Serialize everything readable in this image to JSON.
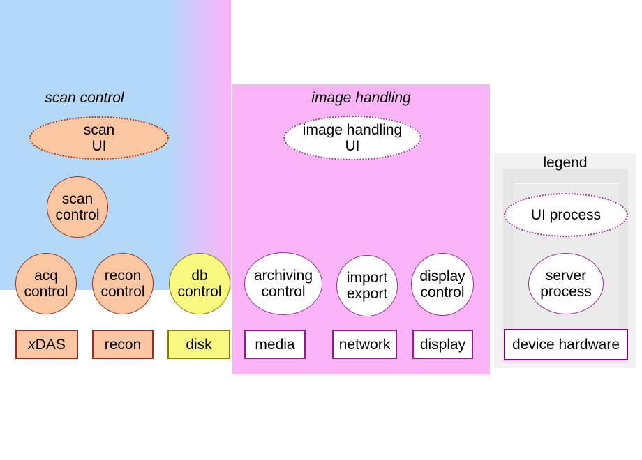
{
  "scan_panel": {
    "title": "scan control",
    "scan_ui": "scan\nUI",
    "scan_control": "scan\ncontrol",
    "acq_control": "acq\ncontrol",
    "recon_control": "recon\ncontrol",
    "xdas": "xDAS",
    "recon": "recon"
  },
  "shared": {
    "db_control": "db\ncontrol",
    "disk": "disk"
  },
  "image_panel": {
    "title": "image handling",
    "image_handling_ui": "image handling\nUI",
    "archiving_control": "archiving\ncontrol",
    "import_export": "import\nexport",
    "display_control": "display\ncontrol",
    "media": "media",
    "network": "network",
    "display": "display"
  },
  "legend": {
    "title": "legend",
    "ui_process": "UI process",
    "server_process": "server\nprocess",
    "device_hardware": "device hardware"
  },
  "colors": {
    "scan_region_fill": "#b4d8f8",
    "image_region_fill": "#fbb4f8",
    "scan_node_fill": "#fbc7a2",
    "scan_node_border": "#993326",
    "db_node_fill": "#f9f982",
    "db_node_border": "#7f7f05",
    "image_node_border": "#993399",
    "device_hardware_border": "#800080",
    "legend_panel_fill": "#f2f2f2",
    "text_color": "#000000"
  }
}
